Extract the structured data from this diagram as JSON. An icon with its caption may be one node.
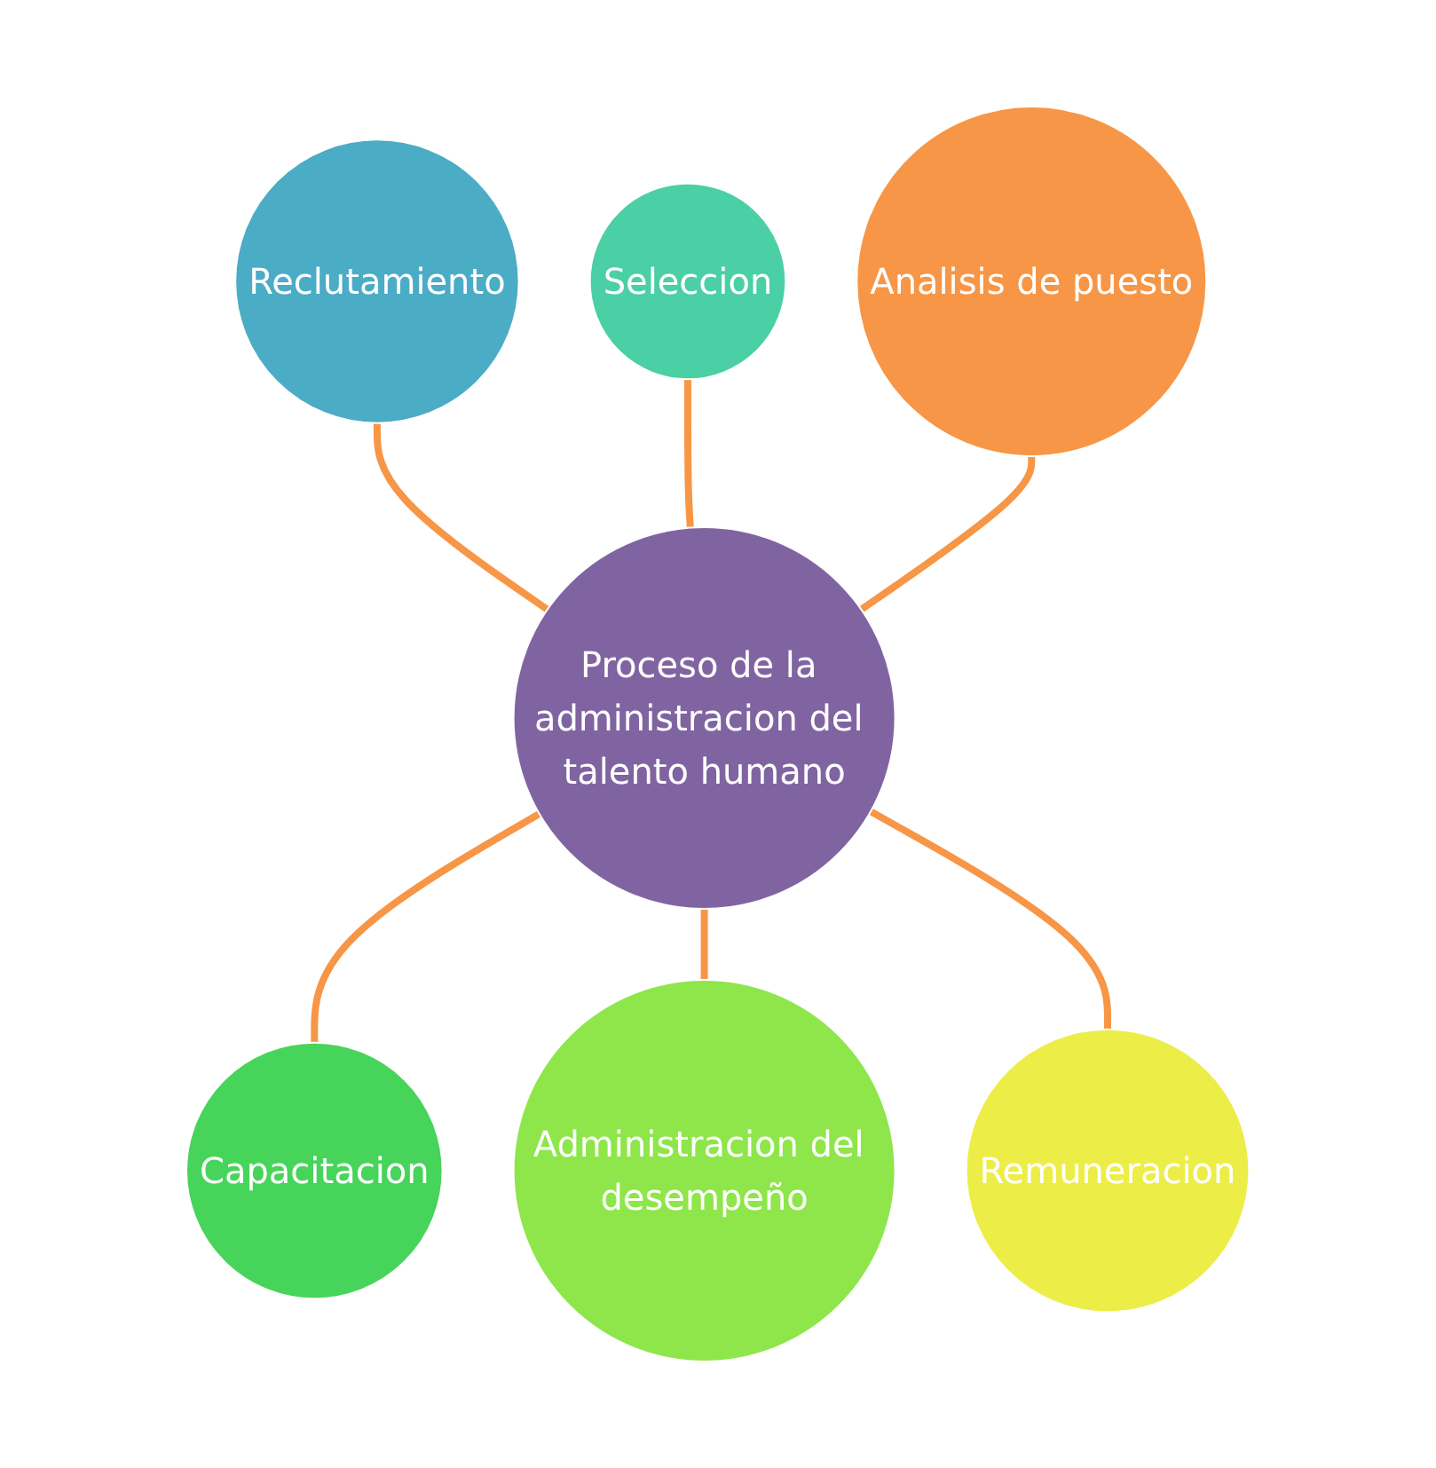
{
  "diagram": {
    "nodes": [
      {
        "text": [
          "Proceso de la administracion del talento humano"
        ]
      },
      {
        "text": [
          "Reclutamiento"
        ]
      },
      {
        "text": [
          "Seleccion"
        ]
      },
      {
        "text": [
          "Capacitacion"
        ]
      },
      {
        "text": [
          "Administracion del desempeño"
        ]
      },
      {
        "text": [
          "Remuneracion"
        ]
      },
      {
        "text": [
          "Analisis de puesto"
        ]
      }
    ],
    "edges": [
      {
        "from": 0,
        "to": 1,
        "arrow": "none"
      },
      {
        "from": 0,
        "to": 2,
        "arrow": "none"
      },
      {
        "from": 0,
        "to": 3,
        "arrow": "none"
      },
      {
        "from": 0,
        "to": 4,
        "arrow": "none"
      },
      {
        "from": 0,
        "to": 5,
        "arrow": "none"
      },
      {
        "from": 0,
        "to": 6,
        "arrow": "none"
      }
    ]
  }
}
